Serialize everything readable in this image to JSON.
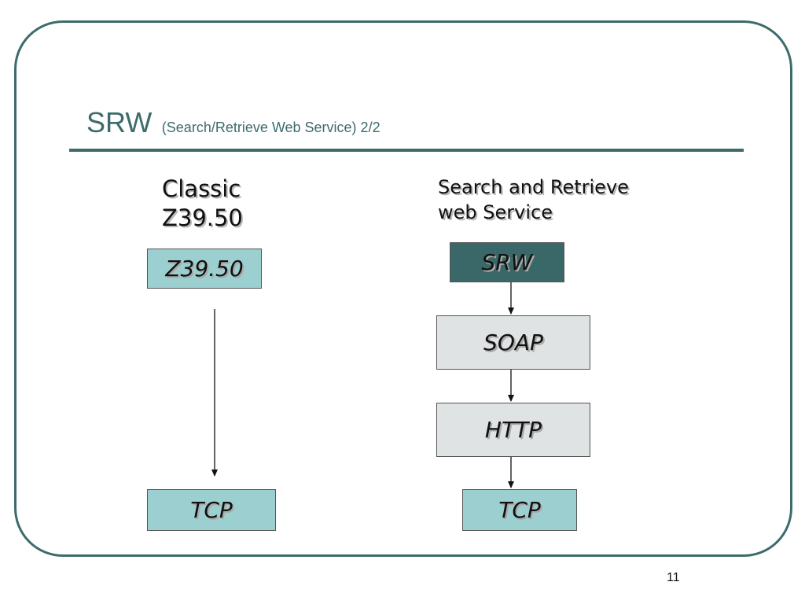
{
  "slide": {
    "title": "SRW",
    "subtitle": "(Search/Retrieve Web Service) 2/2",
    "page_number": "11"
  },
  "left": {
    "heading_line1": "Classic",
    "heading_line2": "Z39.50",
    "top_box": "Z39.50",
    "bottom_box": "TCP"
  },
  "right": {
    "heading_line1": "Search and Retrieve",
    "heading_line2": "web Service",
    "boxes": [
      "SRW",
      "SOAP",
      "HTTP",
      "TCP"
    ]
  },
  "colors": {
    "accent": "#3d6b6b",
    "light_teal": "#9ccfcf",
    "dark_teal": "#3a6767",
    "light_gray": "#dfe3e3"
  }
}
